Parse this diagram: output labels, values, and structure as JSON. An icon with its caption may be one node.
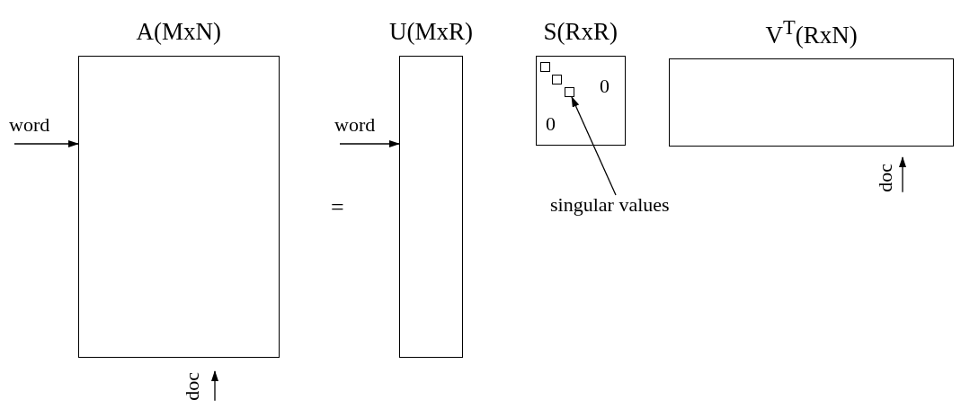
{
  "diagram": {
    "nodes": [
      {
        "text": [
          "A(MxN)"
        ]
      },
      {
        "text": [
          "word"
        ]
      },
      {
        "text": [
          "doc"
        ]
      },
      {
        "text": [
          "U(MxR)"
        ]
      },
      {
        "text": [
          "word"
        ]
      },
      {
        "text": [
          "S(RxR)",
          "0",
          "0"
        ]
      },
      {
        "text": [],
        "shape": "box",
        "in": 5
      },
      {
        "text": [],
        "shape": "box",
        "in": 5
      },
      {
        "text": [],
        "shape": "box",
        "in": 5
      },
      {
        "text": [
          "V$^{T}$(RxN)"
        ]
      },
      {
        "text": [
          "doc"
        ]
      },
      {
        "text": [
          "singular values"
        ]
      }
    ],
    "edges": [
      {
        "from": 1,
        "to": 0,
        "arrow": "to"
      },
      {
        "from": 2,
        "to": 0,
        "arrow": "to"
      },
      {
        "from": 4,
        "to": 3,
        "arrow": "to"
      },
      {
        "from": 11,
        "to": 8,
        "arrow": "to"
      },
      {
        "from": 10,
        "to": 9,
        "arrow": "to"
      }
    ],
    "labels": [
      "="
    ]
  }
}
